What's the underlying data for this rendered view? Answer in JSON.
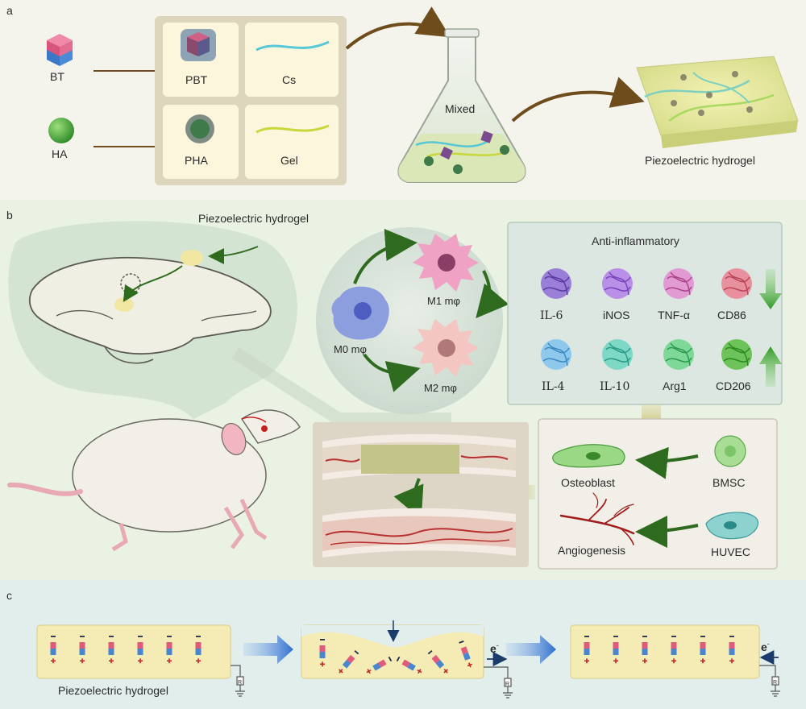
{
  "panels": {
    "a": {
      "letter": "a",
      "inputs": [
        "BT",
        "HA"
      ],
      "components": [
        "PBT",
        "Cs",
        "PHA",
        "Gel"
      ],
      "flask_label": "Mixed",
      "product_label": "Piezoelectric hydrogel"
    },
    "b": {
      "letter": "b",
      "hydrogel_label": "Piezoelectric hydrogel",
      "macrophages": [
        "M0 mφ",
        "M1 mφ",
        "M2 mφ"
      ],
      "anti_title": "Anti-inflammatory",
      "down_markers": [
        "IL-6",
        "iNOS",
        "TNF-α",
        "CD86"
      ],
      "up_markers": [
        "IL-4",
        "IL-10",
        "Arg1",
        "CD206"
      ],
      "cells": [
        "Osteoblast",
        "BMSC",
        "Angiogenesis",
        "HUVEC"
      ]
    },
    "c": {
      "letter": "c",
      "hydrogel_label": "Piezoelectric hydrogel",
      "electron": "e",
      "electron_sup": "-",
      "resistor": "R"
    }
  },
  "colors": {
    "panel_a_bg": "#f4f3ec",
    "panel_b_bg": "#eaf2e3",
    "panel_c_bg": "#e1eeec",
    "component_box": "#fbf6dc",
    "arrow_brown": "#6e4c1c",
    "arrow_green": "#2e6b1e",
    "arrow_blue": "#2f6fd0",
    "plus_red": "#c0272d"
  }
}
